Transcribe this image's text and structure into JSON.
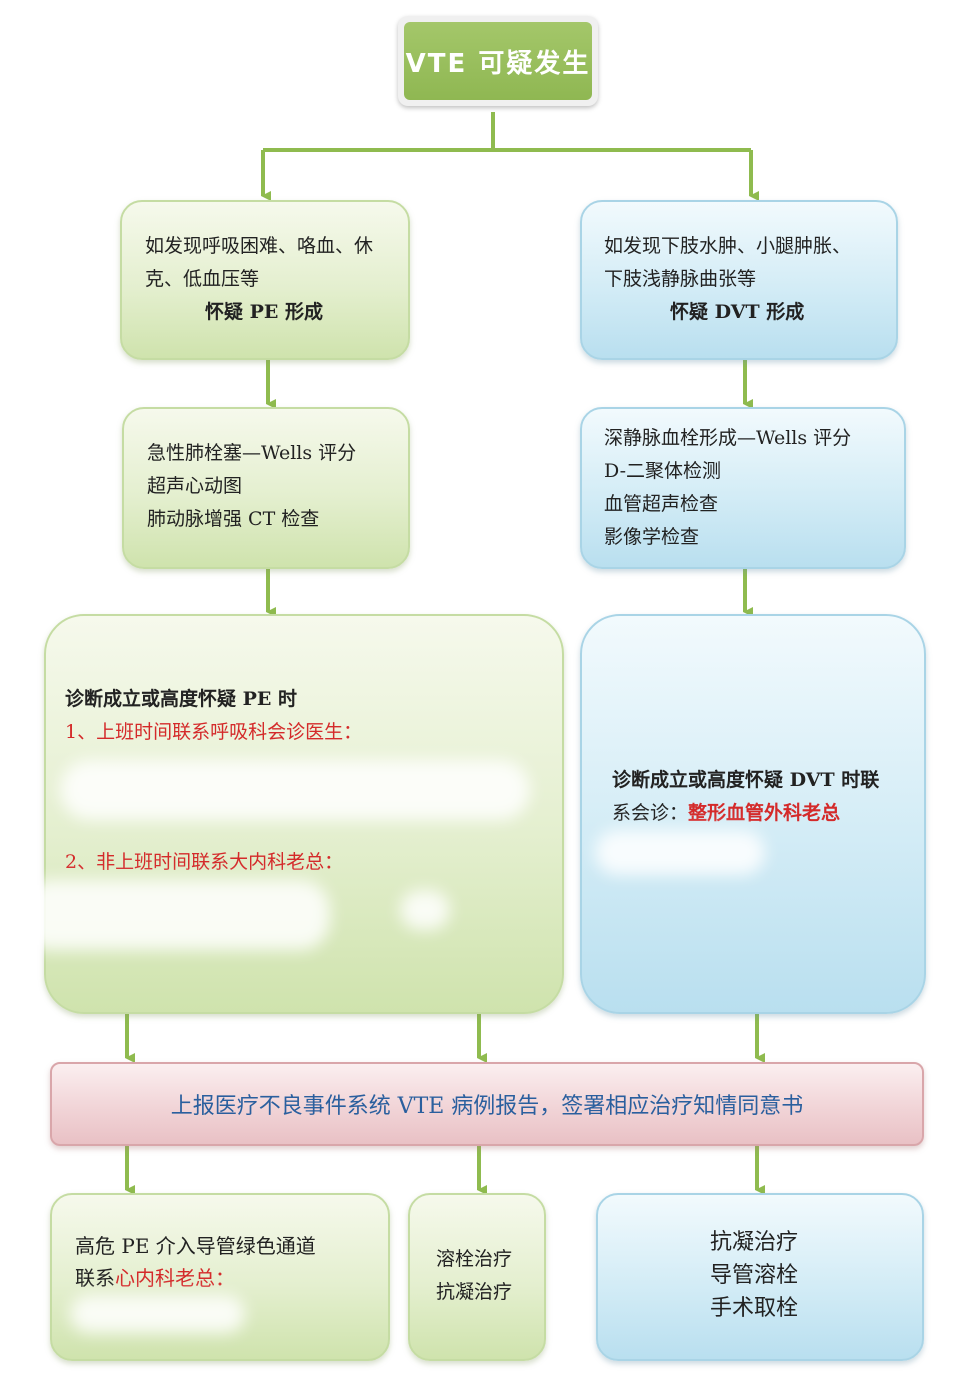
{
  "root": {
    "label": "VTE 可疑发生"
  },
  "left": {
    "symptom": {
      "line1": "如发现呼吸困难、咯血、休",
      "line2": "克、低血压等",
      "line3": "怀疑 PE 形成"
    },
    "exam": {
      "line1": "急性肺栓塞—Wells 评分",
      "line2": "超声心动图",
      "line3": "肺动脉增强 CT 检查"
    },
    "contact": {
      "heading": "诊断成立或高度怀疑 PE 时",
      "item1": "1、上班时间联系呼吸科会诊医生：",
      "item2": "2、非上班时间联系大内科老总："
    }
  },
  "right": {
    "symptom": {
      "line1": "如发现下肢水肿、小腿肿胀、",
      "line2": "下肢浅静脉曲张等",
      "line3": "怀疑 DVT 形成"
    },
    "exam": {
      "line1": "深静脉血栓形成—Wells  评分",
      "line2": "D-二聚体检测",
      "line3": "血管超声检查",
      "line4": "影像学检查"
    },
    "contact": {
      "line1": "诊断成立或高度怀疑 DVT 时联",
      "line2_prefix": "系会诊：",
      "line2_red": "整形血管外科老总"
    }
  },
  "report": {
    "label": "上报医疗不良事件系统 VTE 病例报告，签署相应治疗知情同意书"
  },
  "bottom": {
    "left": {
      "line1": "高危 PE 介入导管绿色通道",
      "line2_prefix": "联系",
      "line2_red": "心内科老总："
    },
    "middle": {
      "line1": "溶栓治疗",
      "line2": "抗凝治疗"
    },
    "right": {
      "line1": "抗凝治疗",
      "line2": "导管溶栓",
      "line3": "手术取栓"
    }
  },
  "colors": {
    "green_arrow": "#8fbb4f",
    "red_text": "#d42a2a",
    "report_text": "#2a5f9e"
  }
}
